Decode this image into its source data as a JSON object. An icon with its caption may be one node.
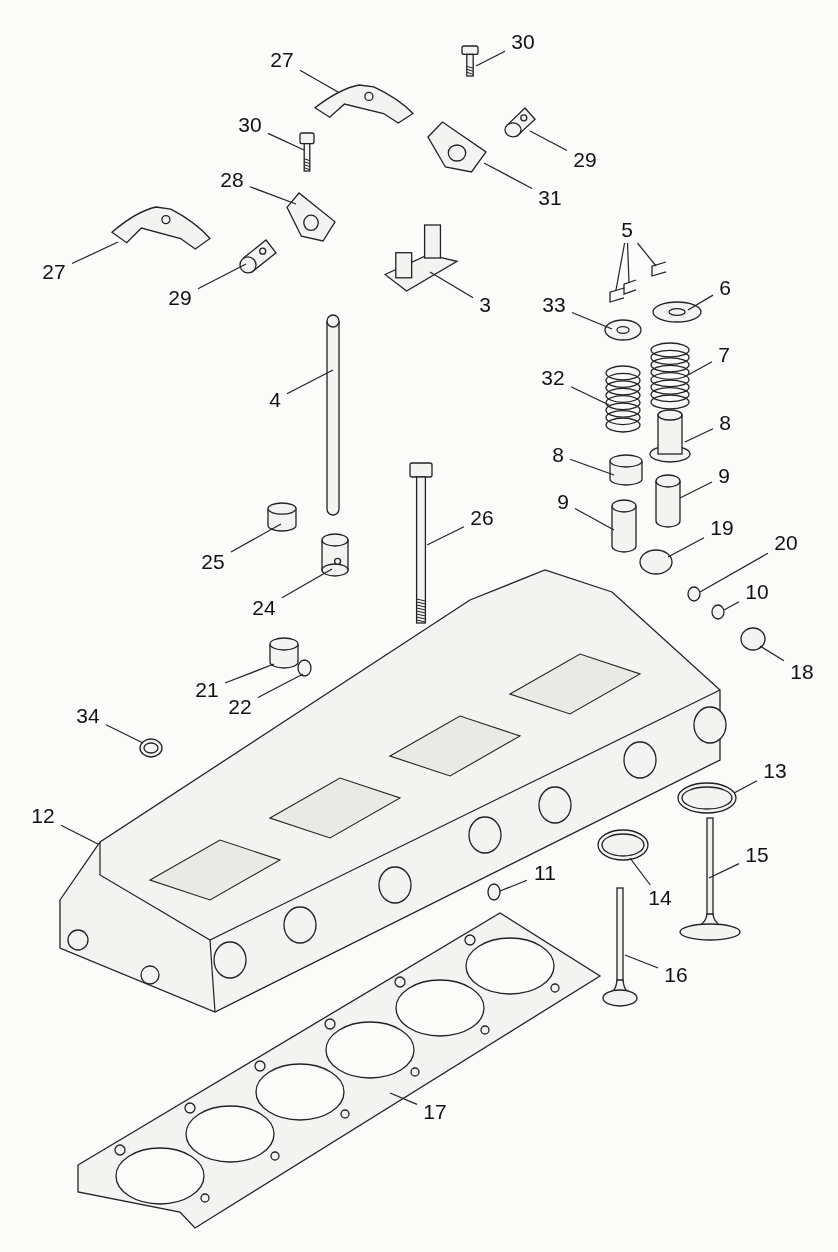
{
  "diagram": {
    "nodes": [
      {
        "text": [
          "30"
        ]
      },
      {
        "text": [],
        "shape": "picture"
      },
      {
        "text": [
          "27"
        ]
      },
      {
        "text": [],
        "shape": "picture"
      },
      {
        "text": [
          "30"
        ]
      },
      {
        "text": [],
        "shape": "picture"
      },
      {
        "text": [
          "29"
        ]
      },
      {
        "text": [],
        "shape": "picture"
      },
      {
        "text": [
          "31"
        ]
      },
      {
        "text": [],
        "shape": "picture"
      },
      {
        "text": [
          "28"
        ]
      },
      {
        "text": [],
        "shape": "picture"
      },
      {
        "text": [
          "27"
        ]
      },
      {
        "text": [],
        "shape": "picture"
      },
      {
        "text": [
          "29"
        ]
      },
      {
        "text": [],
        "shape": "picture"
      },
      {
        "text": [
          "3"
        ]
      },
      {
        "text": [],
        "shape": "picture"
      },
      {
        "text": [
          "5"
        ]
      },
      {
        "text": [],
        "shape": "picture"
      },
      {
        "text": [],
        "shape": "picture"
      },
      {
        "text": [],
        "shape": "picture"
      },
      {
        "text": [
          "6"
        ]
      },
      {
        "text": [],
        "shape": "picture"
      },
      {
        "text": [
          "33"
        ]
      },
      {
        "text": [],
        "shape": "picture"
      },
      {
        "text": [
          "7"
        ]
      },
      {
        "text": [],
        "shape": "picture"
      },
      {
        "text": [
          "32"
        ]
      },
      {
        "text": [],
        "shape": "picture"
      },
      {
        "text": [
          "4"
        ]
      },
      {
        "text": [],
        "shape": "cylinder"
      },
      {
        "text": [
          "8"
        ]
      },
      {
        "text": [],
        "shape": "picture"
      },
      {
        "text": [
          "8"
        ]
      },
      {
        "text": [],
        "shape": "cylinder"
      },
      {
        "text": [
          "9"
        ]
      },
      {
        "text": [],
        "shape": "cylinder"
      },
      {
        "text": [
          "9"
        ]
      },
      {
        "text": [],
        "shape": "cylinder"
      },
      {
        "text": [
          "26"
        ]
      },
      {
        "text": [],
        "shape": "picture"
      },
      {
        "text": [
          "19"
        ]
      },
      {
        "text": [],
        "shape": "circle"
      },
      {
        "text": [
          "20"
        ]
      },
      {
        "text": [],
        "shape": "circle"
      },
      {
        "text": [
          "10"
        ]
      },
      {
        "text": [],
        "shape": "circle"
      },
      {
        "text": [
          "25"
        ]
      },
      {
        "text": [],
        "shape": "cylinder"
      },
      {
        "text": [
          "24"
        ]
      },
      {
        "text": [],
        "shape": "picture"
      },
      {
        "text": [
          "18"
        ]
      },
      {
        "text": [],
        "shape": "circle"
      },
      {
        "text": [
          "21"
        ]
      },
      {
        "text": [],
        "shape": "cylinder"
      },
      {
        "text": [
          "22"
        ]
      },
      {
        "text": [],
        "shape": "circle"
      },
      {
        "text": [
          "34"
        ]
      },
      {
        "text": [],
        "shape": "picture"
      },
      {
        "text": [
          "13"
        ]
      },
      {
        "text": [],
        "shape": "picture"
      },
      {
        "text": [
          "12"
        ]
      },
      {
        "text": [],
        "shape": "picture"
      },
      {
        "text": [
          "15"
        ]
      },
      {
        "text": [],
        "shape": "picture"
      },
      {
        "text": [
          "11"
        ]
      },
      {
        "text": [],
        "shape": "circle"
      },
      {
        "text": [
          "14"
        ]
      },
      {
        "text": [],
        "shape": "picture"
      },
      {
        "text": [
          "16"
        ]
      },
      {
        "text": [],
        "shape": "picture"
      },
      {
        "text": [
          "17"
        ]
      },
      {
        "text": [],
        "shape": "picture"
      }
    ],
    "edges": [
      {
        "from": 0,
        "to": 1,
        "arrow": "none"
      },
      {
        "from": 2,
        "to": 3,
        "arrow": "none"
      },
      {
        "from": 4,
        "to": 5,
        "arrow": "none"
      },
      {
        "from": 6,
        "to": 7,
        "arrow": "none"
      },
      {
        "from": 8,
        "to": 9,
        "arrow": "none"
      },
      {
        "from": 10,
        "to": 11,
        "arrow": "none"
      },
      {
        "from": 12,
        "to": 13,
        "arrow": "none"
      },
      {
        "from": 14,
        "to": 15,
        "arrow": "none"
      },
      {
        "from": 16,
        "to": 17,
        "arrow": "none"
      },
      {
        "from": 18,
        "to": 19,
        "arrow": "none"
      },
      {
        "from": 18,
        "to": 20,
        "arrow": "none"
      },
      {
        "from": 18,
        "to": 21,
        "arrow": "none"
      },
      {
        "from": 22,
        "to": 23,
        "arrow": "none"
      },
      {
        "from": 24,
        "to": 25,
        "arrow": "none"
      },
      {
        "from": 26,
        "to": 27,
        "arrow": "none"
      },
      {
        "from": 28,
        "to": 29,
        "arrow": "none"
      },
      {
        "from": 30,
        "to": 31,
        "arrow": "none"
      },
      {
        "from": 32,
        "to": 33,
        "arrow": "none"
      },
      {
        "from": 34,
        "to": 35,
        "arrow": "none"
      },
      {
        "from": 36,
        "to": 37,
        "arrow": "none"
      },
      {
        "from": 38,
        "to": 39,
        "arrow": "none"
      },
      {
        "from": 40,
        "to": 41,
        "arrow": "none"
      },
      {
        "from": 42,
        "to": 43,
        "arrow": "none"
      },
      {
        "from": 44,
        "to": 45,
        "arrow": "none"
      },
      {
        "from": 46,
        "to": 47,
        "arrow": "none"
      },
      {
        "from": 48,
        "to": 49,
        "arrow": "none"
      },
      {
        "from": 50,
        "to": 51,
        "arrow": "none"
      },
      {
        "from": 52,
        "to": 53,
        "arrow": "none"
      },
      {
        "from": 54,
        "to": 55,
        "arrow": "none"
      },
      {
        "from": 56,
        "to": 57,
        "arrow": "none"
      },
      {
        "from": 58,
        "to": 59,
        "arrow": "none"
      },
      {
        "from": 60,
        "to": 61,
        "arrow": "none"
      },
      {
        "from": 62,
        "to": 63,
        "arrow": "none"
      },
      {
        "from": 64,
        "to": 65,
        "arrow": "none"
      },
      {
        "from": 66,
        "to": 67,
        "arrow": "none"
      },
      {
        "from": 68,
        "to": 69,
        "arrow": "none"
      },
      {
        "from": 70,
        "to": 71,
        "arrow": "none"
      },
      {
        "from": 72,
        "to": 73,
        "arrow": "none"
      }
    ]
  }
}
